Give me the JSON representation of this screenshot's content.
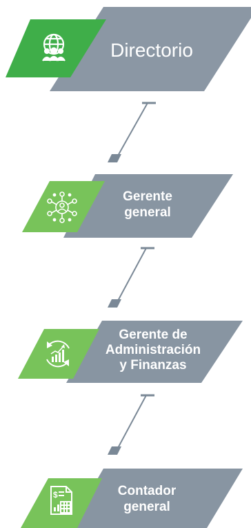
{
  "nodes": [
    {
      "label": "Directorio",
      "icon": "globe-people-icon"
    },
    {
      "label": "Gerente\ngeneral",
      "icon": "network-person-icon"
    },
    {
      "label": "Gerente de\nAdministración\ny Finanzas",
      "icon": "growth-chart-icon"
    },
    {
      "label": "Contador\ngeneral",
      "icon": "accounting-document-icon"
    }
  ],
  "colors": {
    "grey": "#8895a2",
    "grey_dark": "#6e7b88",
    "green": "#3fae49",
    "green_light": "#78c35a",
    "connector": "#7a8896"
  }
}
